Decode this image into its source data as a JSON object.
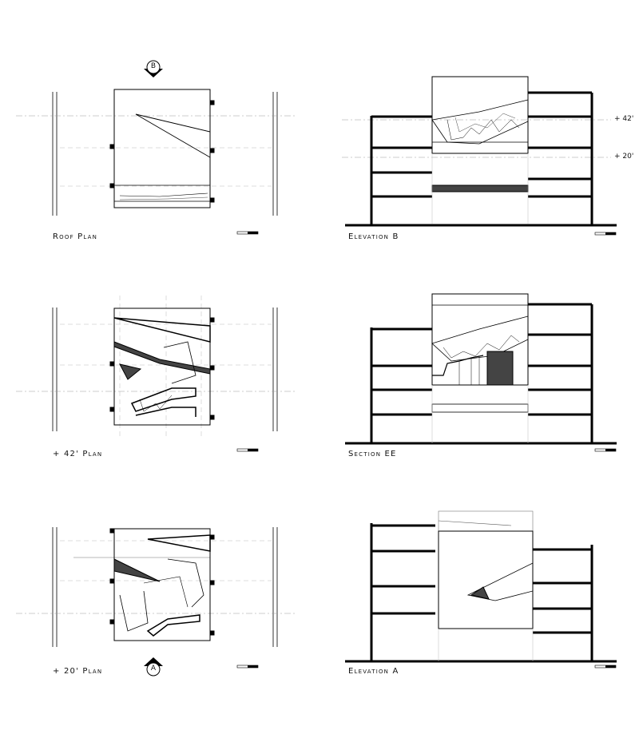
{
  "drawings": {
    "roof_plan": {
      "caption": "Roof Plan"
    },
    "elevation_b": {
      "caption": "Elevation B"
    },
    "plan_42": {
      "caption": "+ 42' Plan"
    },
    "section_ee": {
      "caption": "Section EE"
    },
    "plan_20": {
      "caption": "+ 20' Plan"
    },
    "elevation_a": {
      "caption": "Elevation A"
    }
  },
  "level_markers": {
    "upper": "+ 42'",
    "lower": "+ 20'"
  },
  "section_markers": {
    "top": "B",
    "bottom": "A"
  },
  "colors": {
    "line": "#000000",
    "thin": "#555555",
    "fill_dark": "#444444",
    "grid": "#9a9a9a"
  }
}
